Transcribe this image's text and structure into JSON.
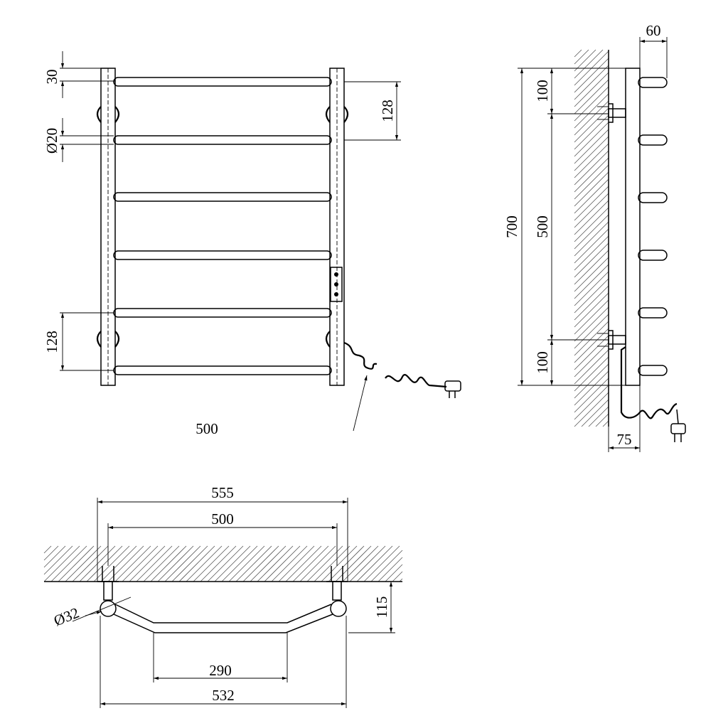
{
  "dimensions": {
    "front": {
      "top_offset": "30",
      "tube_diameter": "Ø20",
      "upper_spacing": "128",
      "lower_spacing": "128",
      "width": "500"
    },
    "side": {
      "depth_top": "60",
      "height_total": "700",
      "mount_spacing": "500",
      "mount_top_offset": "100",
      "mount_bottom_offset": "100",
      "wall_offset": "75"
    },
    "top": {
      "overall_width": "555",
      "mount_spacing": "500",
      "wall_depth": "115",
      "collector_diameter": "Ø32",
      "straight_section": "290",
      "outer_width": "532"
    }
  },
  "colors": {
    "line": "#000000",
    "hatch": "#555555",
    "background": "#ffffff"
  }
}
